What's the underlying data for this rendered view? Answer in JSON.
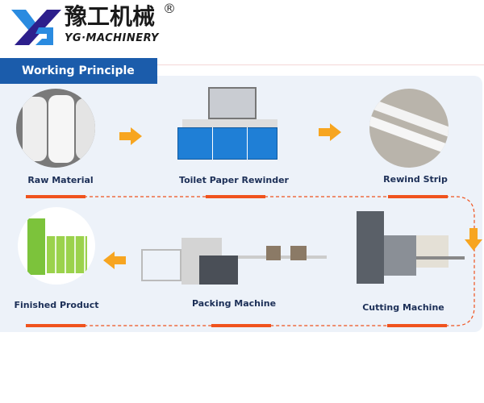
{
  "brand": {
    "name_cn": "豫工机械",
    "name_en": "YG·MACHINERY",
    "registered": "®"
  },
  "section": {
    "title": "Working Principle"
  },
  "steps": [
    {
      "label": "Raw Material"
    },
    {
      "label": "Toilet Paper Rewinder"
    },
    {
      "label": "Rewind Strip"
    },
    {
      "label": "Cutting Machine"
    },
    {
      "label": "Packing Machine"
    },
    {
      "label": "Finished Product"
    }
  ],
  "colors": {
    "brand_blue": "#1b5cab",
    "accent_orange": "#f0531e",
    "arrow_orange": "#f7a520",
    "panel": "#edf2f9"
  }
}
